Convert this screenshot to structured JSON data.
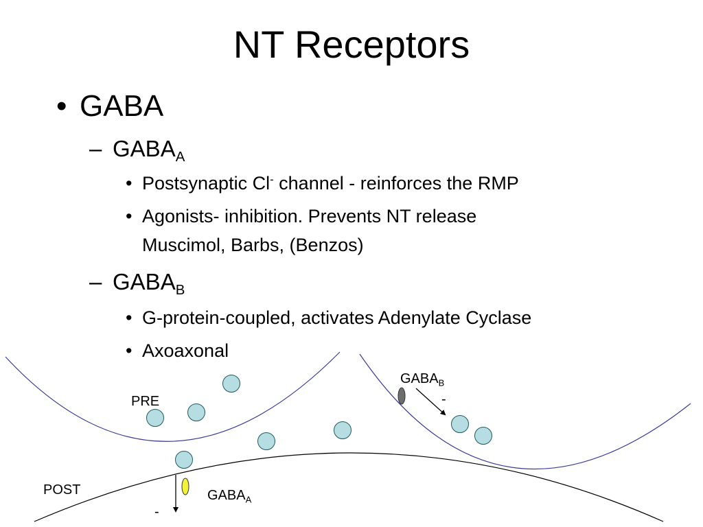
{
  "slide": {
    "title": "NT Receptors",
    "bullet_marker": "•",
    "dash_marker": "–",
    "level1": {
      "label": "GABA"
    },
    "gaba_a": {
      "label": "GABA",
      "subscript": "A",
      "items": [
        {
          "pre": "Postsynaptic Cl",
          "sup": "-",
          "post": " channel - reinforces the RMP"
        },
        {
          "line1": "Agonists- inhibition. Prevents NT release",
          "line2": "Muscimol, Barbs, (Benzos)"
        }
      ]
    },
    "gaba_b": {
      "label": "GABA",
      "subscript": "B",
      "items": [
        {
          "text": "G-protein-coupled, activates Adenylate Cyclase"
        },
        {
          "text": "Axoaxonal"
        }
      ]
    }
  },
  "diagram": {
    "pre_label": "PRE",
    "post_label": "POST",
    "receptor_b": {
      "label": "GABA",
      "subscript": "B",
      "sign": "-",
      "color": "#6e6e6e"
    },
    "receptor_a": {
      "label": "GABA",
      "subscript": "A",
      "sign": "-",
      "color": "#f2f23a"
    },
    "vesicle_fill": "#b5dde2",
    "membrane_pre_color": "#3a3a9a",
    "membrane_post_color": "#000000"
  }
}
